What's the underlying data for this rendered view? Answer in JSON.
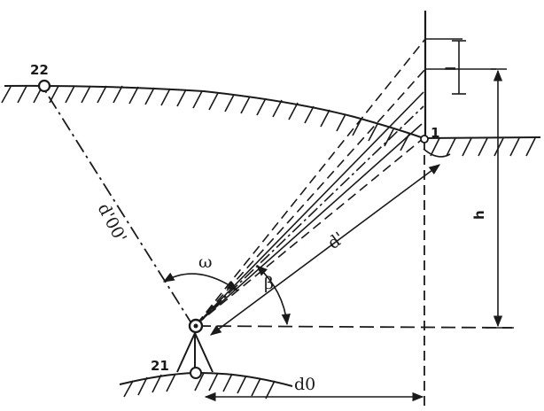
{
  "labels": {
    "point_22": "22",
    "point_21": "21",
    "point_1": "1",
    "omega": "ω",
    "beta": "β",
    "slope_distance": "d'",
    "height": "h",
    "rod_interval": "l",
    "horizontal_distance": "d0",
    "side_distance": "d'00'"
  },
  "colors": {
    "ink": "#1a1a1a",
    "background": "#ffffff"
  }
}
